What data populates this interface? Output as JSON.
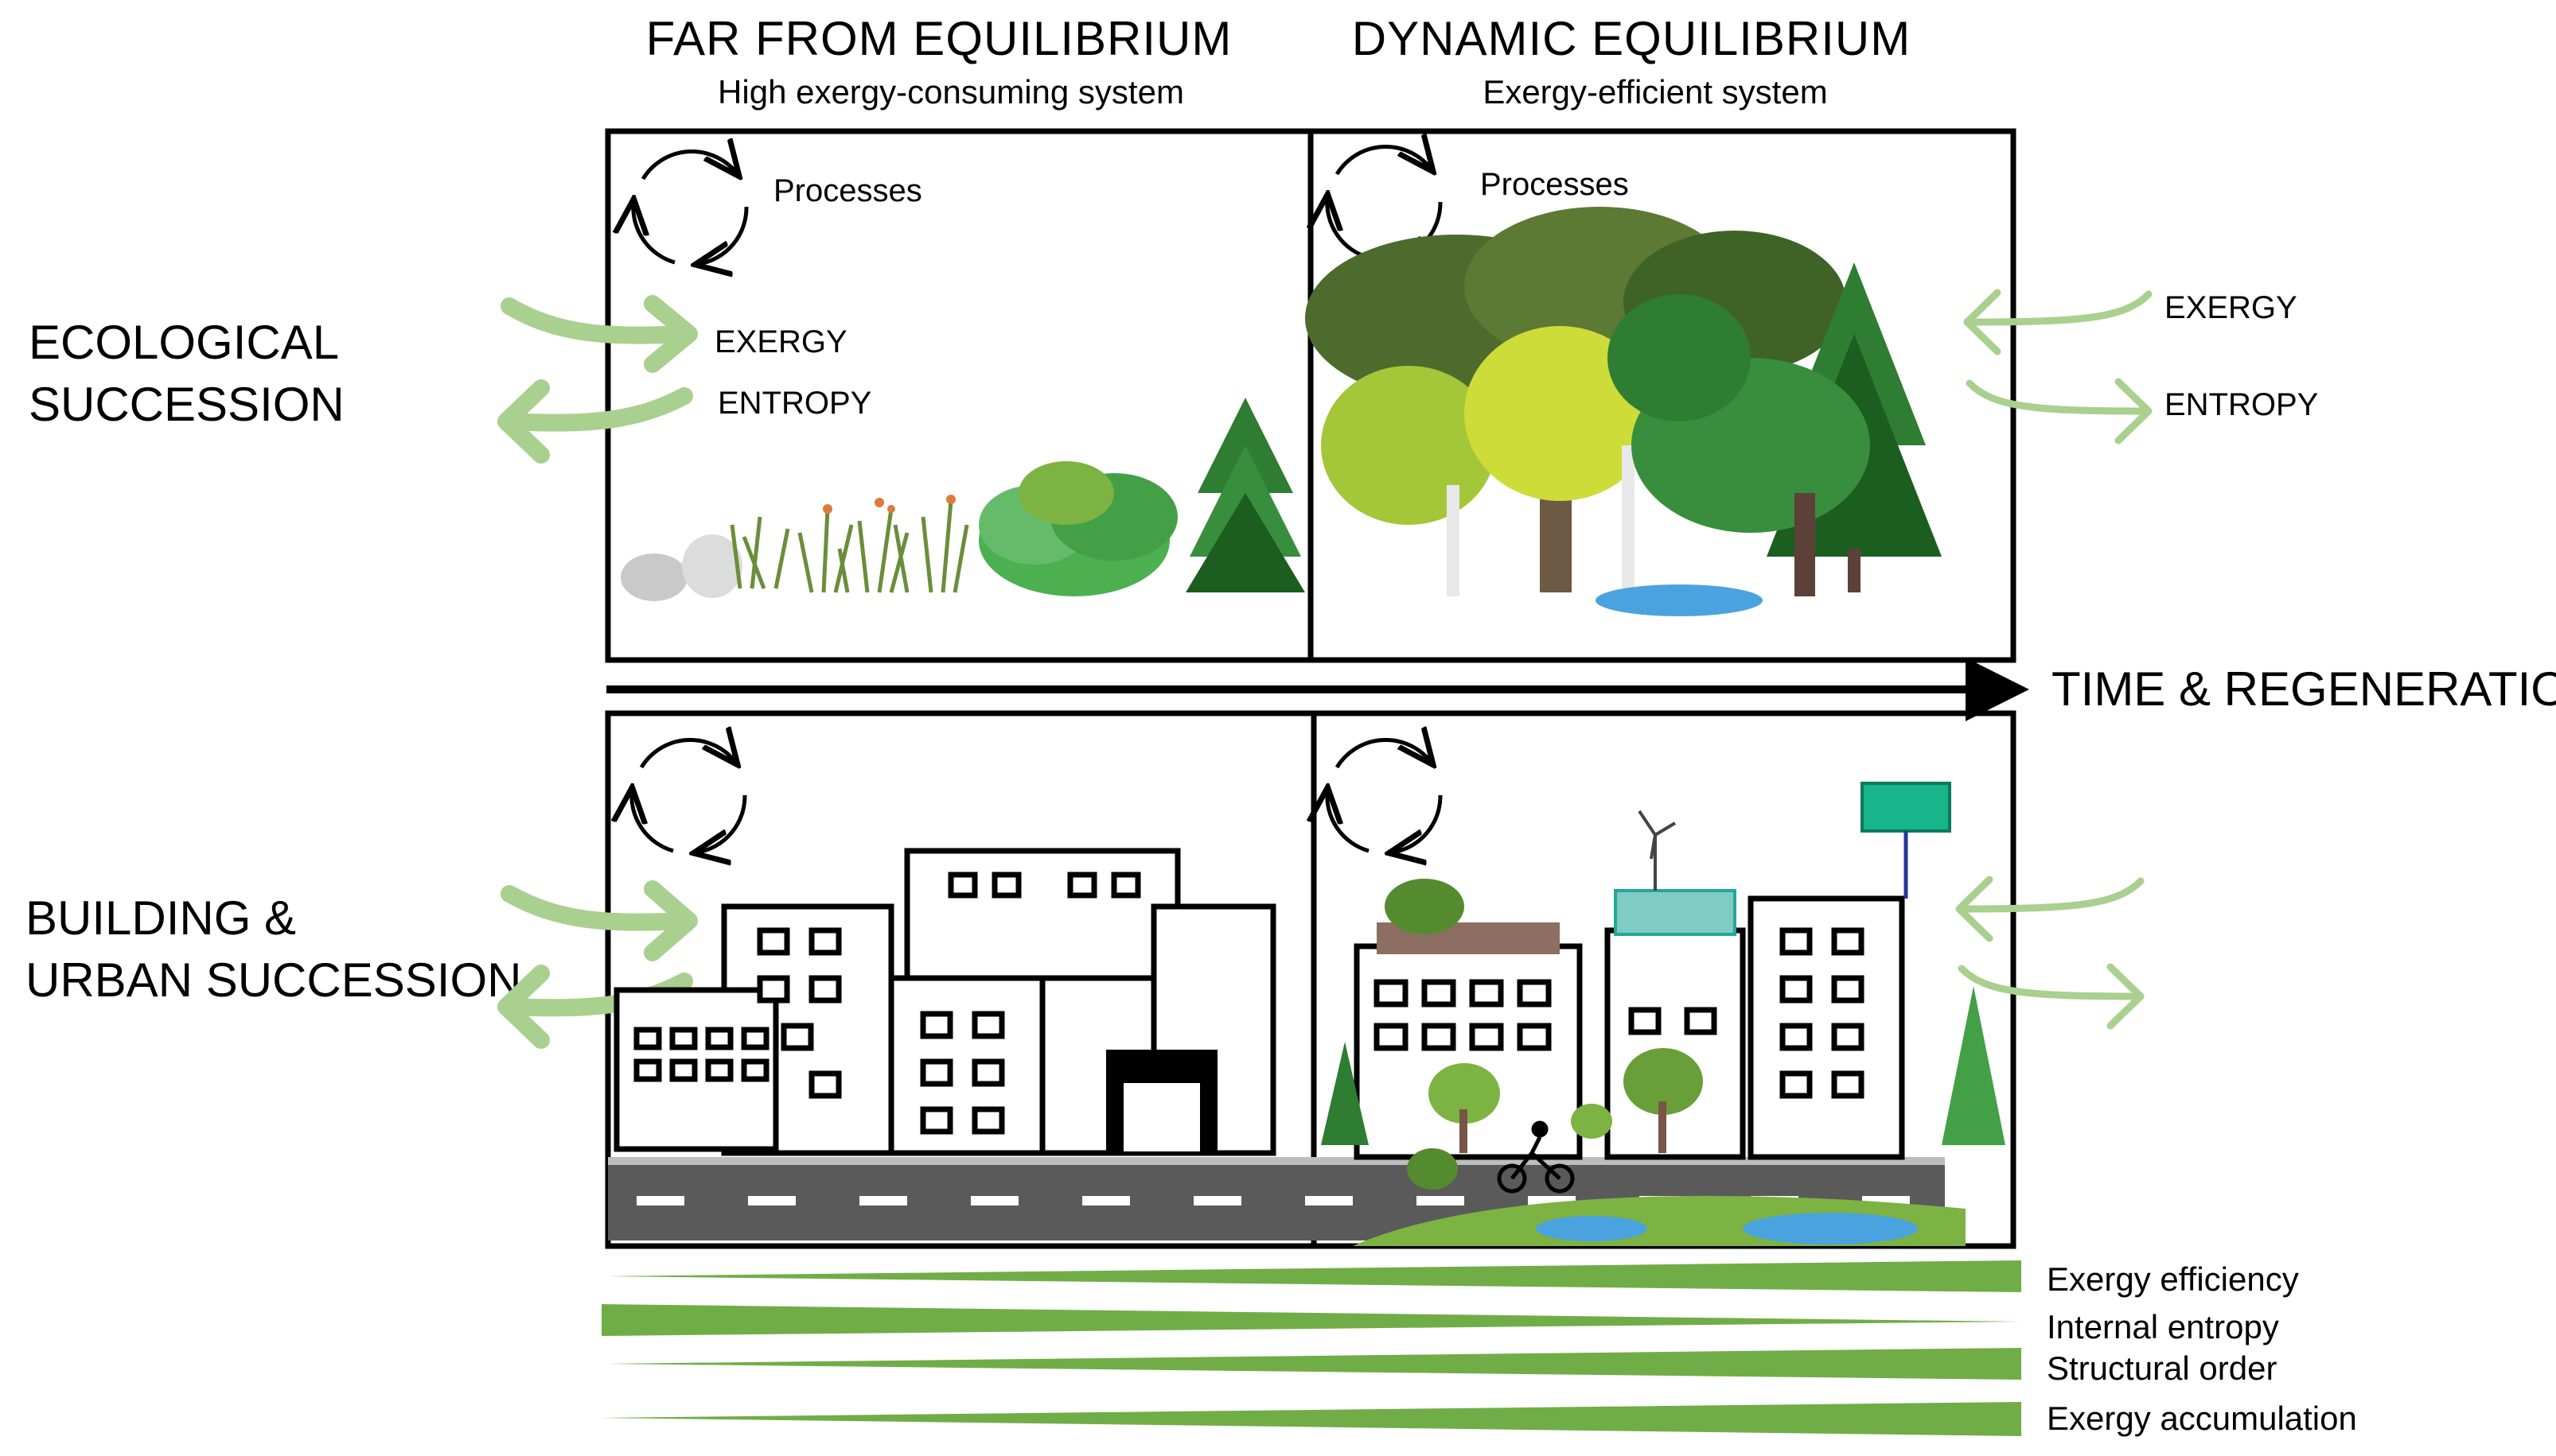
{
  "columns": {
    "left": {
      "title": "FAR FROM EQUILIBRIUM",
      "subtitle": "High exergy-consuming system"
    },
    "right": {
      "title": "DYNAMIC EQUILIBRIUM",
      "subtitle": "Exergy-efficient system"
    }
  },
  "rows": {
    "ecological": {
      "line1": "ECOLOGICAL",
      "line2": "SUCCESSION"
    },
    "urban": {
      "line1": "BUILDING &",
      "line2": "URBAN SUCCESSION"
    }
  },
  "panel_labels": {
    "processes": "Processes",
    "exergy": "EXERGY",
    "entropy": "ENTROPY"
  },
  "time_axis": {
    "label": "TIME & REGENERATION"
  },
  "metrics": [
    {
      "label": "Exergy efficiency",
      "trend": "increasing"
    },
    {
      "label": "Internal entropy",
      "trend": "decreasing"
    },
    {
      "label": "Structural order",
      "trend": "increasing"
    },
    {
      "label": "Exergy accumulation",
      "trend": "increasing"
    }
  ],
  "colors": {
    "arrow_green": "#a9d08e",
    "wedge_green": "#70ad47",
    "foliage_dark": "#2e7d32",
    "foliage_light": "#8bc34a",
    "water": "#4aa3df",
    "road": "#5a5a5a",
    "solar_panel": "#18b48a"
  }
}
